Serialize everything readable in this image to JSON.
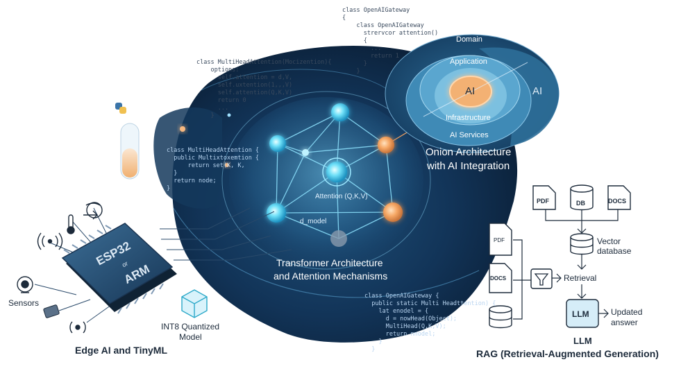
{
  "code_blocks": {
    "gateway_top": [
      "class OpenAIGateway",
      "{",
      "    class OpenAIGateway",
      "      strervcor attention()",
      "      {",
      "        ...",
      "        return 1",
      "      }",
      "    }"
    ],
    "multihead_top": [
      "class MultiHeadAttention(Mocizention){",
      "    options:",
      "      self.attention = d,V,",
      "      self.uxtention(1,,,V)",
      "      self.attention(Q,K,V)",
      "",
      "      return 0",
      "      ...",
      "    }"
    ],
    "multihead_left": [
      "class MultiHeadAttention {",
      "  public Multixtoxemtion {",
      "      return set(K, K,",
      "  }",
      "  return node;",
      "}"
    ],
    "gateway_bottom": [
      "class OpenAIGateway {",
      "  public static Multi Headttention) {",
      "    lat enodel = {",
      "      d = nowHead(Object);",
      "      MultiHead(Q,K,V);",
      "      return nnodel;",
      "    }",
      "  }"
    ]
  },
  "onion": {
    "rings": [
      "Domain",
      "Application",
      "AI",
      "Infrastructure",
      "AI Services"
    ],
    "side_label": "AI",
    "title_line1": "Onion Architecture",
    "title_line2": "with AI Integration"
  },
  "transformer": {
    "attention_label": "Attention (Q,K,V)",
    "dmodel_label": "d_model",
    "title_line1": "Transformer Architecture",
    "title_line2": "and Attention Mechanisms"
  },
  "edge": {
    "chip_line1": "ESP32",
    "chip_line2": "or",
    "chip_line3": "ARM",
    "sensors_label": "Sensors",
    "quant_line1": "INT8 Quantized",
    "quant_line2": "Model",
    "title": "Edge AI and TinyML"
  },
  "rag": {
    "doc_pdf": "PDF",
    "doc_db": "DB",
    "doc_docs": "DOCS",
    "vector_line1": "Vector",
    "vector_line2": "database",
    "left_pdf": "PDF",
    "left_docs": "DOCS",
    "retrieval": "Retrieval",
    "llm_box": "LLM",
    "updated_line1": "Updated",
    "updated_line2": "answer",
    "llm_caption": "LLM",
    "title": "RAG (Retrieval-Augmented Generation)"
  },
  "colors": {
    "dark_navy": "#0e2440",
    "glow_cyan": "#5ad8f5",
    "orange": "#f0a060",
    "onion_inner": "#f3b173",
    "line_dark": "#1c2a3a"
  }
}
